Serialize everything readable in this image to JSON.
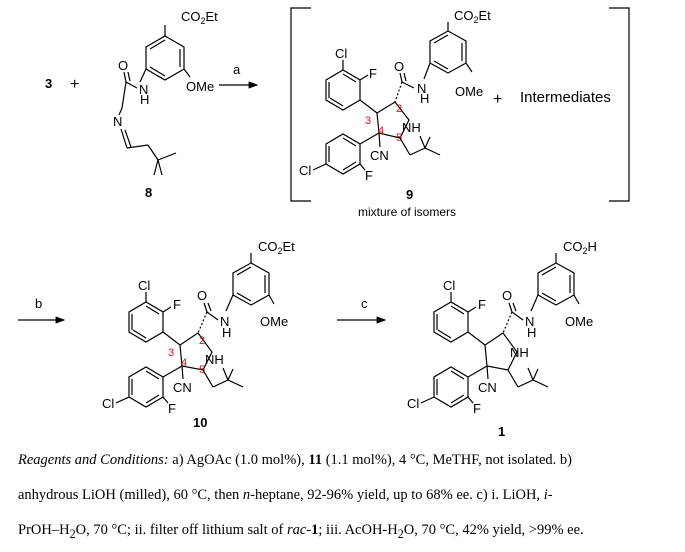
{
  "scheme": {
    "step1": {
      "reactant_3": "3",
      "plus": "+",
      "reactant_8": "8",
      "arrow_label": "a",
      "product_9": "9",
      "mixture_note": "mixture of isomers",
      "plus2": "+",
      "intermediates": "Intermediates"
    },
    "step2": {
      "arrow_label": "b",
      "product_10": "10"
    },
    "step3": {
      "arrow_label": "c",
      "product_1": "1"
    },
    "atoms": {
      "co2et": "CO₂Et",
      "co2h": "CO₂H",
      "ome": "OMe",
      "cl": "Cl",
      "f": "F",
      "o": "O",
      "n": "N",
      "h": "H",
      "nh": "NH",
      "cn": "CN"
    },
    "locants": [
      "2",
      "3",
      "4",
      "5"
    ]
  },
  "caption": {
    "line1_lead": "Reagents and Conditions:",
    "line1_a": " a) AgOAc (1.0 mol%), ",
    "line1_cmpd": "11",
    "line1_b": " (1.1 mol%), 4 °C, MeTHF, not isolated. b)",
    "line2_a": "anhydrous LiOH (milled), 60 °C, then ",
    "line2_nhep": "n",
    "line2_b": "-heptane, 92-96% yield, up to 68% ee. c) i. LiOH, ",
    "line2_i": "i-",
    "line3_a": "PrOH–H",
    "line3_sub1": "2",
    "line3_b": "O, 70 °C; ii. filter off lithium salt of ",
    "line3_rac": "rac",
    "line3_c": "-",
    "line3_cmpd": "1",
    "line3_d": "; iii. AcOH-H",
    "line3_sub2": "2",
    "line3_e": "O, 70 °C, 42% yield, >99% ee."
  }
}
